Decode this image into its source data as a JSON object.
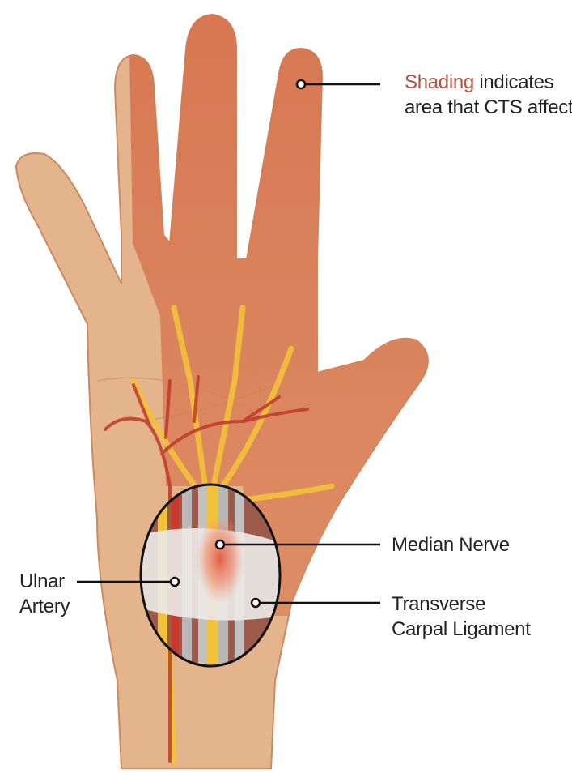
{
  "colors": {
    "skin": "#e4b48c",
    "skin_shading": "#d97a58",
    "skin_outline": "#c98b62",
    "nerve": "#f2c23a",
    "artery": "#c9392b",
    "ligament": "#ece8e6",
    "accent_text": "#b5523e",
    "leader_line": "#111111"
  },
  "legend": {
    "highlight_word": "Shading",
    "line1_rest": " indicates",
    "line2": "area that CTS affects"
  },
  "labels": {
    "median_nerve": "Median Nerve",
    "ulnar_artery_line1": "Ulnar",
    "ulnar_artery_line2": "Artery",
    "ligament_line1": "Transverse",
    "ligament_line2": "Carpal Ligament"
  }
}
